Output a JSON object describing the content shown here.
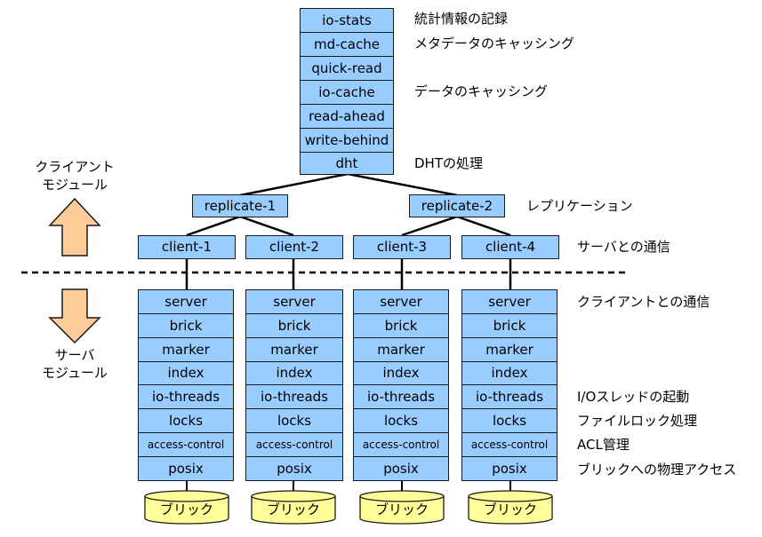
{
  "client_stack": {
    "modules": [
      "io-stats",
      "md-cache",
      "quick-read",
      "io-cache",
      "read-ahead",
      "write-behind",
      "dht"
    ],
    "annotations": [
      "統計情報の記録",
      "メタデータのキャッシング",
      "",
      "データのキャッシング",
      "",
      "",
      "DHTの処理"
    ]
  },
  "replicates": {
    "items": [
      "replicate-1",
      "replicate-2"
    ],
    "annotation": "レプリケーション"
  },
  "clients": {
    "items": [
      "client-1",
      "client-2",
      "client-3",
      "client-4"
    ],
    "annotation": "サーバとの通信"
  },
  "server_stack": {
    "modules": [
      "server",
      "brick",
      "marker",
      "index",
      "io-threads",
      "locks",
      "access-control",
      "posix"
    ],
    "annotations": [
      "クライアントとの通信",
      "",
      "",
      "",
      "I/Oスレッドの起動",
      "ファイルロック処理",
      "ACL管理",
      "ブリックへの物理アクセス"
    ]
  },
  "bricks": {
    "label": "ブリック",
    "count": 4
  },
  "side_labels": {
    "client_module": [
      "クライアント",
      "モジュール"
    ],
    "server_module": [
      "サーバ",
      "モジュール"
    ]
  },
  "colors": {
    "module_fill": "#99ccff",
    "brick_fill": "#ffff99",
    "arrow_fill": "#ffcc99",
    "arrow_stroke": "#1a1a1a",
    "line": "#000000"
  },
  "icons": {
    "up_arrow": "up-arrow-icon",
    "down_arrow": "down-arrow-icon",
    "brick": "cylinder-icon"
  }
}
